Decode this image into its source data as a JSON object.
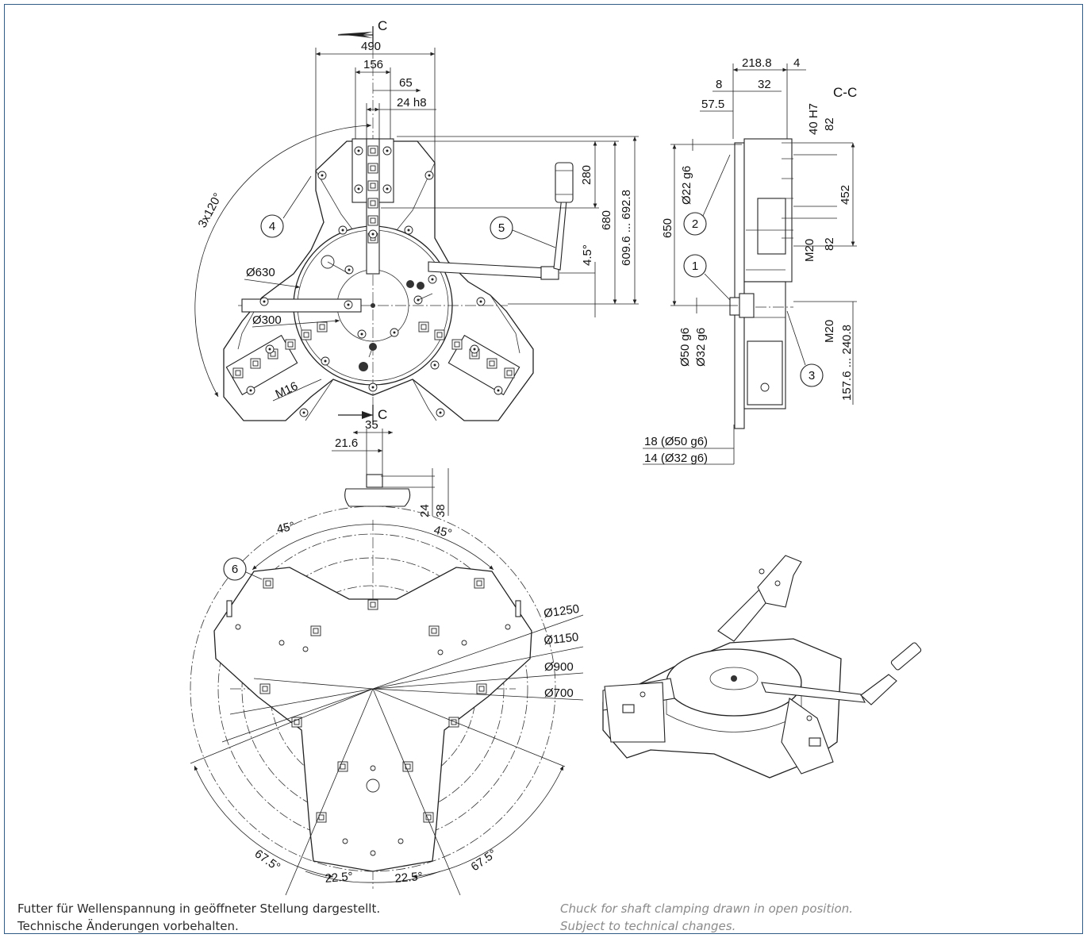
{
  "section": {
    "marker": "C",
    "view_label": "C-C"
  },
  "front_view": {
    "dims": {
      "width_490": "490",
      "width_156": "156",
      "width_65": "65",
      "bore_24": "24 h8",
      "h_280": "280",
      "h_680": "680",
      "h_range": "609.6 ... 692.8",
      "angle_4_5": "4.5°",
      "angle_3x120": "3x120°",
      "dia_630": "Ø630",
      "dia_300": "Ø300",
      "thread_m16": "M16"
    },
    "bubbles": {
      "b4": "4",
      "b5": "5"
    }
  },
  "side_view": {
    "dims": {
      "d_218_8": "218.8",
      "d_4": "4",
      "d_8": "8",
      "d_32": "32",
      "d_57_5": "57.5",
      "d_40h7": "40 H7",
      "d_82a": "82",
      "d_82b": "82",
      "d_452": "452",
      "d_650": "650",
      "d_22g6": "Ø22 g6",
      "d_m20a": "M20",
      "d_m20b": "M20",
      "d_50g6": "Ø50 g6",
      "d_32g6": "Ø32 g6",
      "d_range": "157.6 ... 240.8",
      "d_18": "18 (Ø50 g6)",
      "d_14": "14 (Ø32 g6)"
    },
    "bubbles": {
      "b1": "1",
      "b2": "2",
      "b3": "3"
    }
  },
  "detail_view": {
    "dims": {
      "d_35": "35",
      "d_21_6": "21.6",
      "d_24": "24",
      "d_38": "38"
    }
  },
  "base_view": {
    "dims": {
      "a45_left": "45°",
      "a45_right": "45°",
      "d1250": "Ø1250",
      "d1150": "Ø1150",
      "d900": "Ø900",
      "d700": "Ø700",
      "a67_left": "67.5°",
      "a67_right": "67.5°",
      "a22_left": "22.5°",
      "a22_right": "22.5°"
    },
    "bubbles": {
      "b6": "6"
    }
  },
  "notes": {
    "de_line1": "Futter für Wellenspannung in geöffneter Stellung dargestellt.",
    "de_line2": "Technische Änderungen vorbehalten.",
    "en_line1": "Chuck for shaft clamping drawn in open position.",
    "en_line2": "Subject to technical changes."
  },
  "colors": {
    "frame": "#2f5b86",
    "line": "#222222",
    "note_en": "#8a8a8a"
  }
}
